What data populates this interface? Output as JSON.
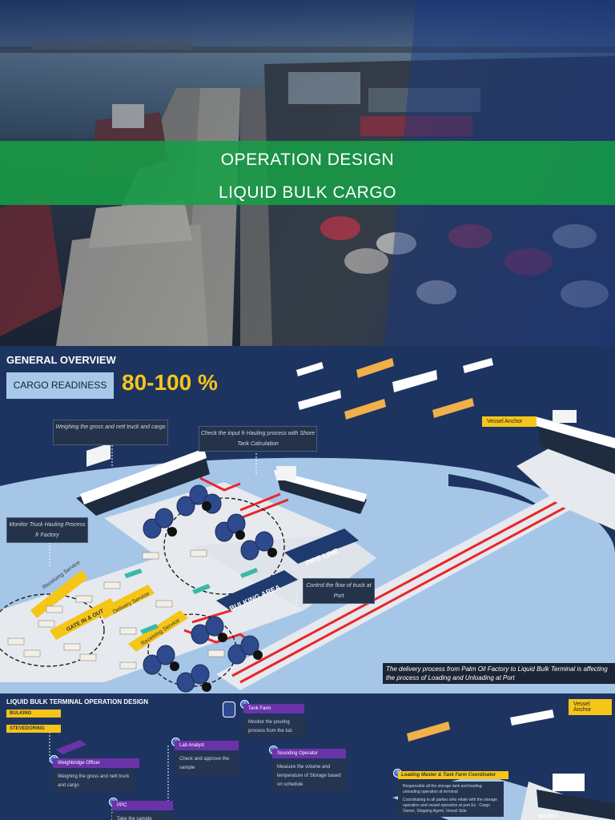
{
  "hero": {
    "title_line1": "OPERATION DESIGN",
    "title_line2": "LIQUID BULK CARGO"
  },
  "overview": {
    "title": "GENERAL OVERVIEW",
    "readiness_label": "CARGO READINESS",
    "readiness_value": "80-100 %",
    "vessel_anchor": "Vessel Anchor",
    "notes": {
      "weighing": "Weighing the gross and nett truck and cargo",
      "check_input": "Check the input fr Hauling process with Shore Tank Calculation",
      "monitor_truck": "Monitor Truck Hauling Process fr Factory",
      "control_flow": "Control the flow of truck at Port"
    },
    "labels": {
      "receiving_1": "Receiving Service",
      "delivery": "Delivery Service",
      "gate": "GATE IN & OUT",
      "receiving_2": "Receiving Service",
      "bulking_area": "BULKING AREA",
      "pipe_line": "PIPE LINE"
    },
    "bottom_note": "The delivery process from Palm Oil Factory to Liquid Bulk Terminal is affecting the process of Loading and Unloading at Port"
  },
  "ops": {
    "title": "LIQUID BULK TERMINAL OPERATION DESIGN",
    "bulking": "BULKING",
    "stevedoring": "STEVEDORING",
    "vessel_anchor": "Vessel Anchor",
    "roles": {
      "weighbridge": {
        "num": "2",
        "title": "Weighbridge Officer",
        "desc": "Weighing the gross and nett truck and cargo"
      },
      "lab": {
        "num": "4",
        "title": "Lab Analyst",
        "desc": "Check and approve the sample"
      },
      "tank_farm": {
        "num": "5",
        "title": "Tank Farm",
        "desc": "Monitor the pouring process from the tub"
      },
      "sounding": {
        "num": "6",
        "title": "Sounding Operator",
        "desc": "Measure the volume and temperature of Storage based on schedule"
      },
      "ppc": {
        "num": "3",
        "title": "PPC",
        "desc": "Take the sample"
      },
      "loading_master": {
        "num": "8",
        "title": "Loading Master & Tank Farm Coordinator",
        "desc1": "Responsible all the storage tank and loading-unloading operation at terminal",
        "desc2": "Coordinating to all parties who relate with the storage operation and vessel operation at port Ex : Cargo Owner, Shipping Agent, Vessel Side"
      },
      "security": "SECURITY"
    }
  },
  "colors": {
    "navy": "#1d3461",
    "green_band": "#16a046",
    "yellow": "#f5c518",
    "pipe_red": "#e8262a",
    "purple": "#6b33a8"
  }
}
